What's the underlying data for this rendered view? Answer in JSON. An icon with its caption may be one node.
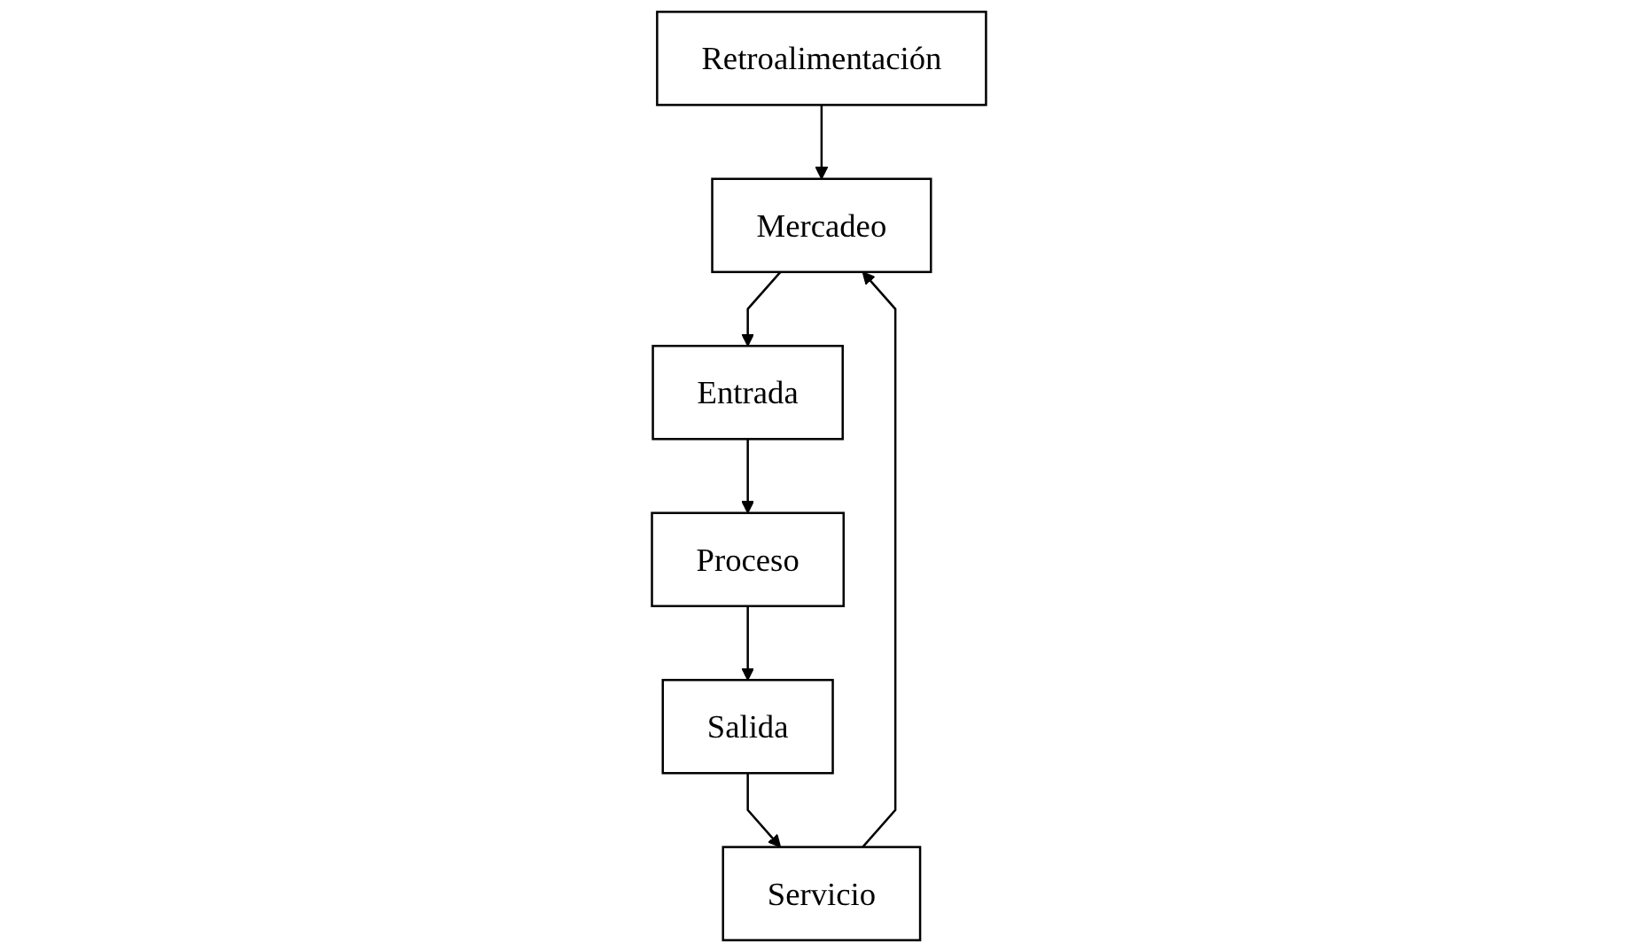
{
  "diagram": {
    "nodes": [
      {
        "text": [
          "Mercadeo"
        ]
      },
      {
        "text": [
          "Entrada"
        ]
      },
      {
        "text": [
          "Proceso"
        ]
      },
      {
        "text": [
          "Salida"
        ]
      },
      {
        "text": [
          "Servicio"
        ]
      },
      {
        "text": [
          "Retroalimentación"
        ]
      }
    ],
    "edges": [
      {
        "from": 0,
        "to": 1,
        "arrow": "to"
      },
      {
        "from": 1,
        "to": 2,
        "arrow": "to"
      },
      {
        "from": 2,
        "to": 3,
        "arrow": "to"
      },
      {
        "from": 3,
        "to": 4,
        "arrow": "to"
      },
      {
        "from": 4,
        "to": 0,
        "arrow": "to"
      },
      {
        "from": 5,
        "to": 0,
        "arrow": "to"
      }
    ]
  }
}
